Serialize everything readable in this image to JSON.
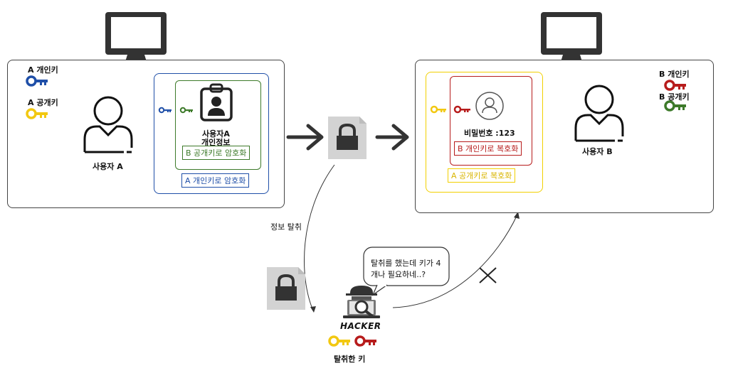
{
  "left_box": {
    "a_private_key": "A 개인키",
    "a_public_key": "A 공개키",
    "user": "사용자 A",
    "card_title_1": "사용자A",
    "card_title_2": "개인정보",
    "encrypt_b_public": "B 공개키로 암호화",
    "encrypt_a_private": "A 개인키로 암호화"
  },
  "right_box": {
    "b_private_key": "B 개인키",
    "b_public_key": "B 공개키",
    "user": "사용자 B",
    "password": "비밀번호 :123",
    "decrypt_b_private": "B 개인키로 복호화",
    "decrypt_a_public": "A 공개키로 복호화"
  },
  "theft": {
    "info_theft": "정보 탈취",
    "speech": "탈취를 했는데 키가 4 개나 필요하네..?",
    "speech_line1": "탈취를 했는데 키가 4",
    "speech_line2": "개나 필요하네..?",
    "hacker": "HACKER",
    "stolen_keys": "탈취한 키"
  },
  "colors": {
    "blue": "#1f4fa8",
    "green": "#3d7a2a",
    "yellow": "#f2c811",
    "red": "#b71c1c",
    "gold_border": "#f2d000"
  }
}
